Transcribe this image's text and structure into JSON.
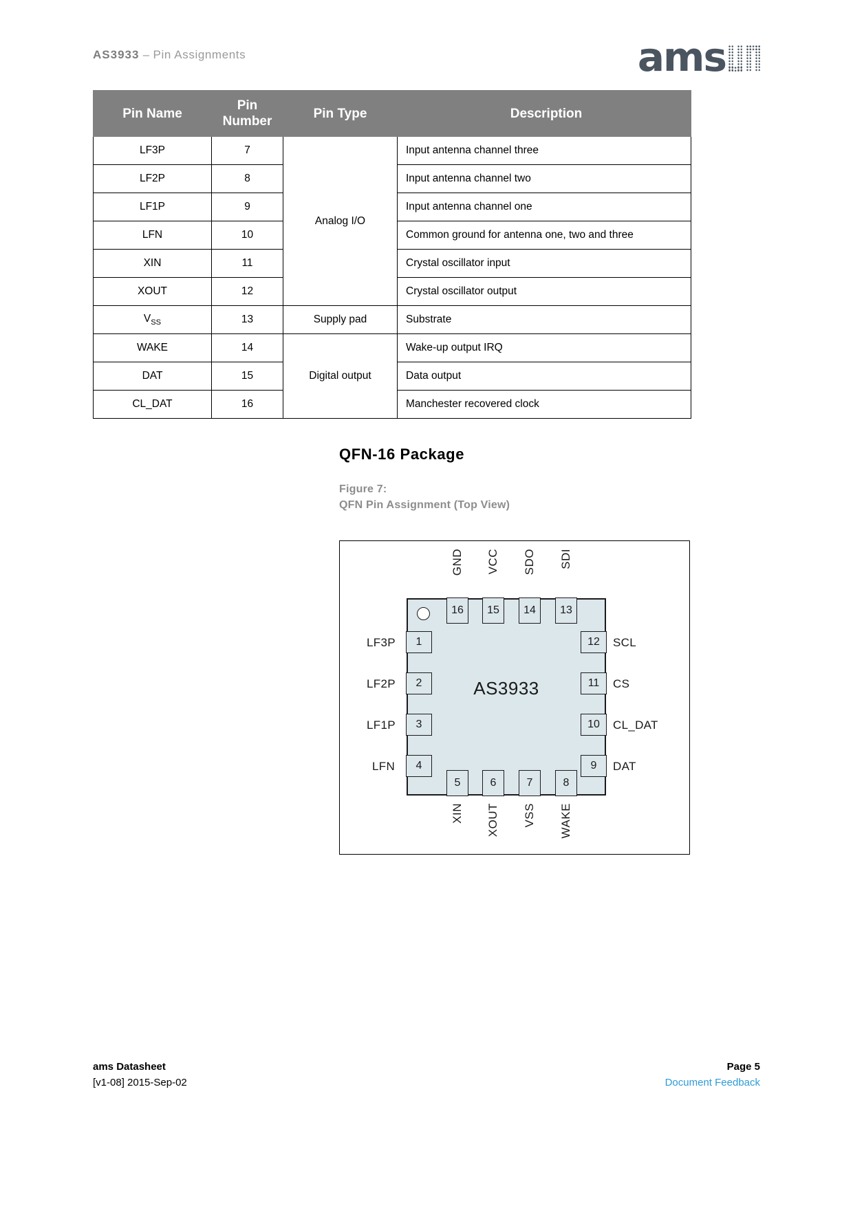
{
  "header": {
    "part_number": "AS3933",
    "dash": "–",
    "section": "Pin Assignments",
    "logo_word": "ams"
  },
  "table": {
    "columns": [
      "Pin Name",
      "Pin Number",
      "Pin Type",
      "Description"
    ],
    "col_pin_name": "Pin Name",
    "col_pin_number_line1": "Pin",
    "col_pin_number_line2": "Number",
    "col_pin_type": "Pin Type",
    "col_description": "Description",
    "types": {
      "analog": "Analog I/O",
      "supply": "Supply pad",
      "digital": "Digital output"
    },
    "rows": [
      {
        "name": "LF3P",
        "number": "7",
        "desc": "Input antenna channel three"
      },
      {
        "name": "LF2P",
        "number": "8",
        "desc": "Input antenna channel two"
      },
      {
        "name": "LF1P",
        "number": "9",
        "desc": "Input antenna channel one"
      },
      {
        "name": "LFN",
        "number": "10",
        "desc": "Common ground for antenna one, two and three"
      },
      {
        "name": "XIN",
        "number": "11",
        "desc": "Crystal oscillator input"
      },
      {
        "name": "XOUT",
        "number": "12",
        "desc": "Crystal oscillator output"
      },
      {
        "name": "VSS",
        "name_base": "V",
        "name_sub": "SS",
        "number": "13",
        "desc": "Substrate"
      },
      {
        "name": "WAKE",
        "number": "14",
        "desc": "Wake-up output IRQ"
      },
      {
        "name": "DAT",
        "number": "15",
        "desc": "Data output"
      },
      {
        "name": "CL_DAT",
        "number": "16",
        "desc": "Manchester recovered clock"
      }
    ]
  },
  "section": {
    "heading": "QFN-16 Package",
    "figure_number": "Figure 7:",
    "figure_title": "QFN Pin Assignment (Top View)"
  },
  "figure": {
    "chip_name": "AS3933",
    "body_color": "#dce7ec",
    "top_pins": [
      {
        "num": "16",
        "label": "GND"
      },
      {
        "num": "15",
        "label": "VCC"
      },
      {
        "num": "14",
        "label": "SDO"
      },
      {
        "num": "13",
        "label": "SDI"
      }
    ],
    "left_pins": [
      {
        "num": "1",
        "label": "LF3P"
      },
      {
        "num": "2",
        "label": "LF2P"
      },
      {
        "num": "3",
        "label": "LF1P"
      },
      {
        "num": "4",
        "label": "LFN"
      }
    ],
    "right_pins": [
      {
        "num": "12",
        "label": "SCL"
      },
      {
        "num": "11",
        "label": "CS"
      },
      {
        "num": "10",
        "label": "CL_DAT"
      },
      {
        "num": "9",
        "label": "DAT"
      }
    ],
    "bottom_pins": [
      {
        "num": "5",
        "label": "XIN"
      },
      {
        "num": "6",
        "label": "XOUT"
      },
      {
        "num": "7",
        "label": "VSS"
      },
      {
        "num": "8",
        "label": "WAKE"
      }
    ]
  },
  "footer": {
    "doc_title": "ams Datasheet",
    "version": "[v1-08] 2015-Sep-02",
    "page": "Page 5",
    "feedback": "Document Feedback",
    "feedback_color": "#2e9bd6"
  }
}
